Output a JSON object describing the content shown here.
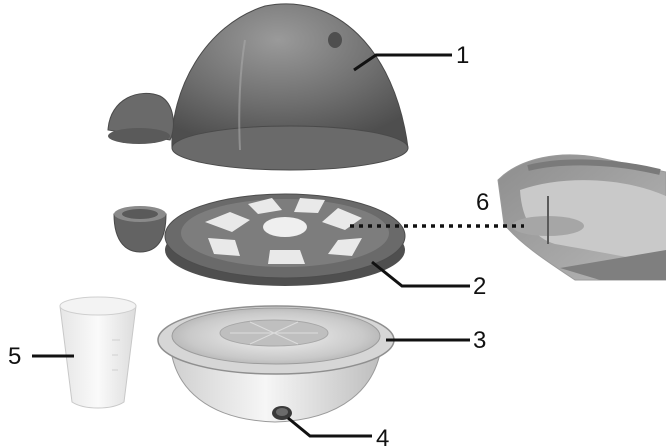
{
  "callouts": {
    "1": "1",
    "2": "2",
    "3": "3",
    "4": "4",
    "5": "5",
    "6": "6"
  },
  "parts": [
    "lid",
    "lid-handle",
    "egg-tray",
    "measuring-cup-tray",
    "heating-base",
    "power-indicator",
    "measuring-cup",
    "piercing-pin-detail"
  ],
  "colors": {
    "lid": "#6f6f6f",
    "tray": "#5d5d5d",
    "base": "#e8e8e8",
    "line": "#111111"
  }
}
